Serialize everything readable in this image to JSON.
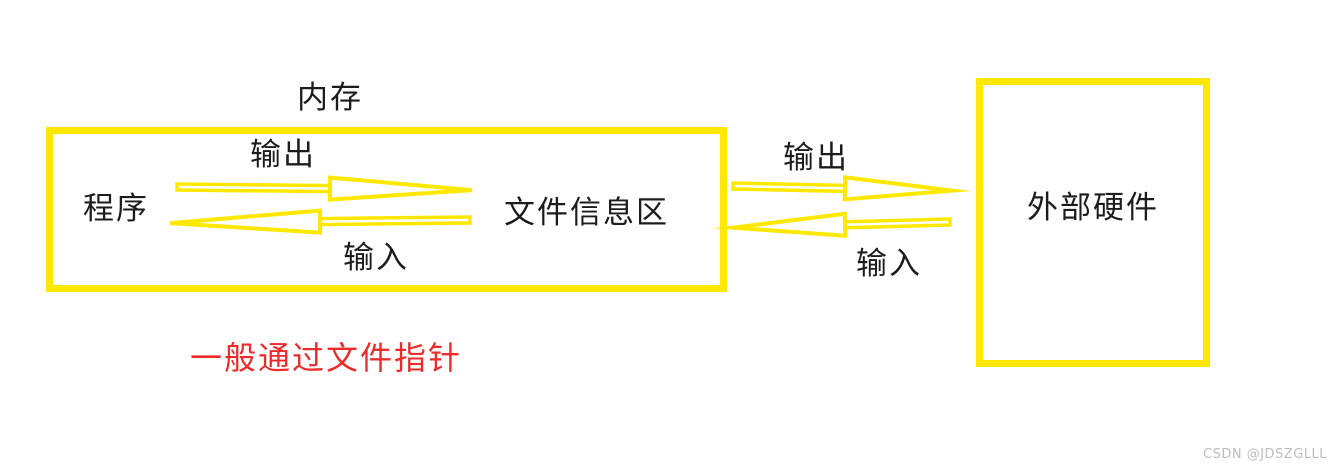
{
  "memory": {
    "title": "内存",
    "program_label": "程序",
    "file_info_label": "文件信息区"
  },
  "hardware": {
    "label": "外部硬件"
  },
  "arrows": [
    {
      "name": "memory-output-arrow",
      "label": "输出",
      "direction": "right"
    },
    {
      "name": "memory-input-arrow",
      "label": "输入",
      "direction": "left"
    },
    {
      "name": "bus-output-arrow",
      "label": "输出",
      "direction": "right"
    },
    {
      "name": "bus-input-arrow",
      "label": "输入",
      "direction": "left"
    }
  ],
  "annotation": {
    "text": "一般通过文件指针",
    "color": "#EE2B2B"
  },
  "watermark": {
    "text": "CSDN @JDSZGLLL",
    "color": "#BDBDBD"
  },
  "colors": {
    "accent_yellow": "#FFE800",
    "label_black": "#1C1C1C"
  }
}
